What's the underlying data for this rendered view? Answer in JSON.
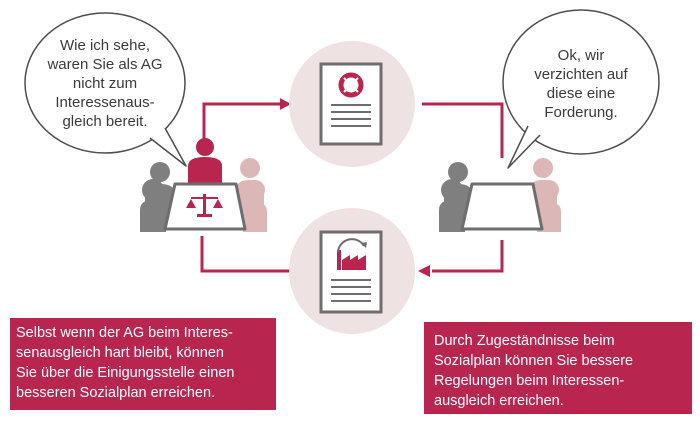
{
  "bubble_left": {
    "lines": [
      "Wie ich sehe,",
      "waren Sie als AG",
      "nicht zum",
      "Interessenaus-",
      "gleich bereit."
    ]
  },
  "bubble_right": {
    "lines": [
      "Ok, wir",
      "verzichten auf",
      "diese eine",
      "Forderung."
    ]
  },
  "note_left": {
    "lines": [
      "Selbst wenn der AG beim Interes-",
      "senausgleich hart bleibt, können",
      "Sie über die Einigungsstelle einen",
      "besseren Sozialplan erreichen."
    ]
  },
  "note_right": {
    "lines": [
      "Durch Zugeständnisse beim",
      "Sozialplan können Sie bessere",
      "Regelungen beim Interessen-",
      "ausgleich erreichen."
    ]
  },
  "icons": {
    "top_document": "document-with-lifebuoy-icon",
    "bottom_document": "document-with-factory-icon",
    "left_group": "negotiation-group-with-scales-icon",
    "right_group": "negotiation-group-icon"
  },
  "colors": {
    "accent": "#b8264f",
    "circle": "#efe2e2",
    "person_dark": "#7f7f7f",
    "person_light": "#dcb7b7",
    "document": "#6e6e6e"
  }
}
